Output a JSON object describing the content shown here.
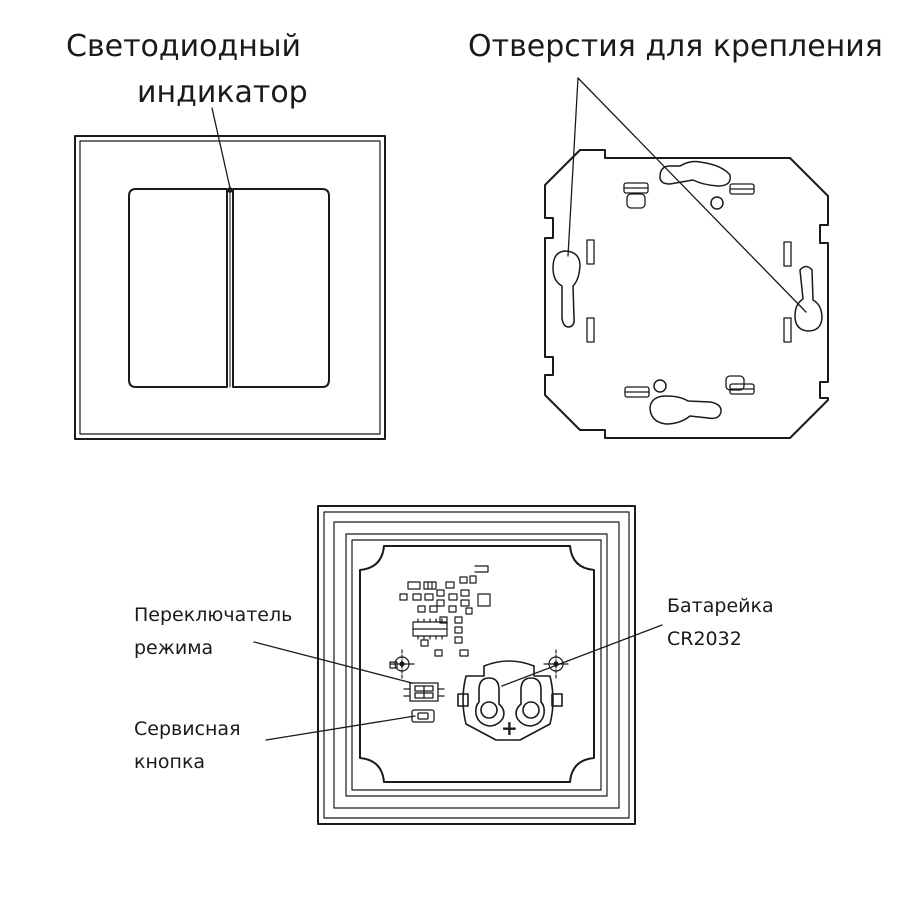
{
  "labels": {
    "led_line1": "Светодиодный",
    "led_line2": "индикатор",
    "mount_holes": "Отверстия для крепления",
    "mode_switch_line1": "Переключатель",
    "mode_switch_line2": "режима",
    "service_button_line1": "Сервисная",
    "service_button_line2": "кнопка",
    "battery_line1": "Батарейка",
    "battery_line2": "CR2032",
    "battery_polarity": "+"
  },
  "colors": {
    "stroke": "#1a1a1a",
    "background": "#ffffff"
  }
}
